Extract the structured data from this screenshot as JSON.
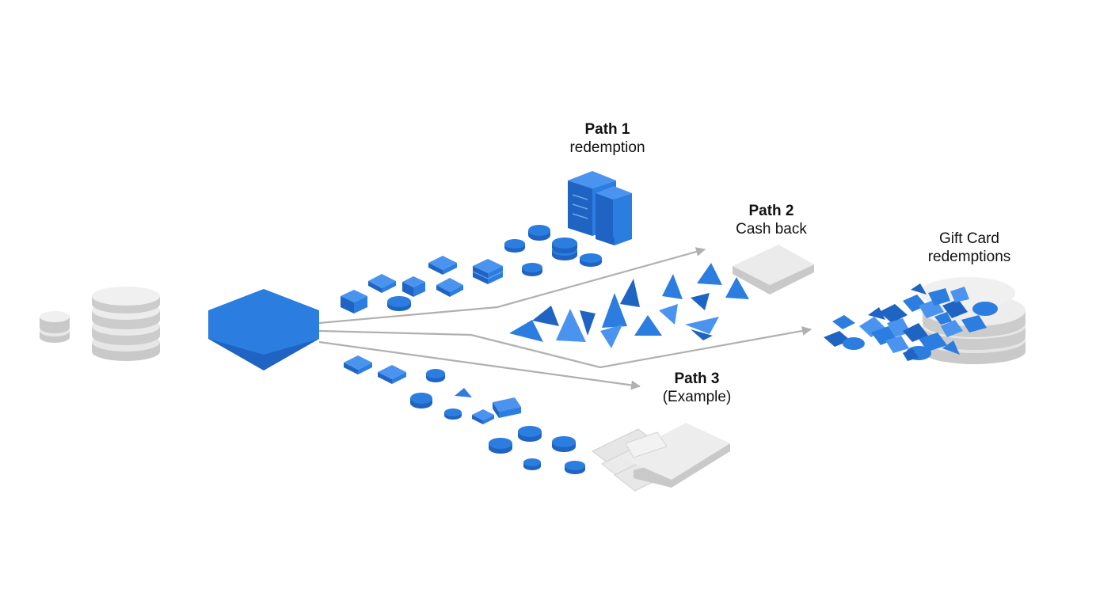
{
  "colors": {
    "blue": "#2b7de0",
    "blue_dark": "#1f64c2",
    "blue_light": "#4a93ee",
    "gray_top": "#e8e8e8",
    "gray_side": "#c9c9c9",
    "arrow": "#b0b0b0"
  },
  "labels": {
    "path1": {
      "title": "Path 1",
      "sub": "redemption"
    },
    "path2": {
      "title": "Path 2",
      "sub": "Cash back"
    },
    "path3": {
      "title": "Path 3",
      "sub": "(Example)"
    },
    "gift": {
      "title": "Gift Card",
      "sub": "redemptions"
    }
  },
  "icons": [
    "coin-stack-small-icon",
    "coin-stack-large-icon",
    "hexagon-hub-icon",
    "server-stack-icon",
    "cash-tile-icon",
    "paper-stack-icon",
    "gift-card-platter-icon"
  ]
}
